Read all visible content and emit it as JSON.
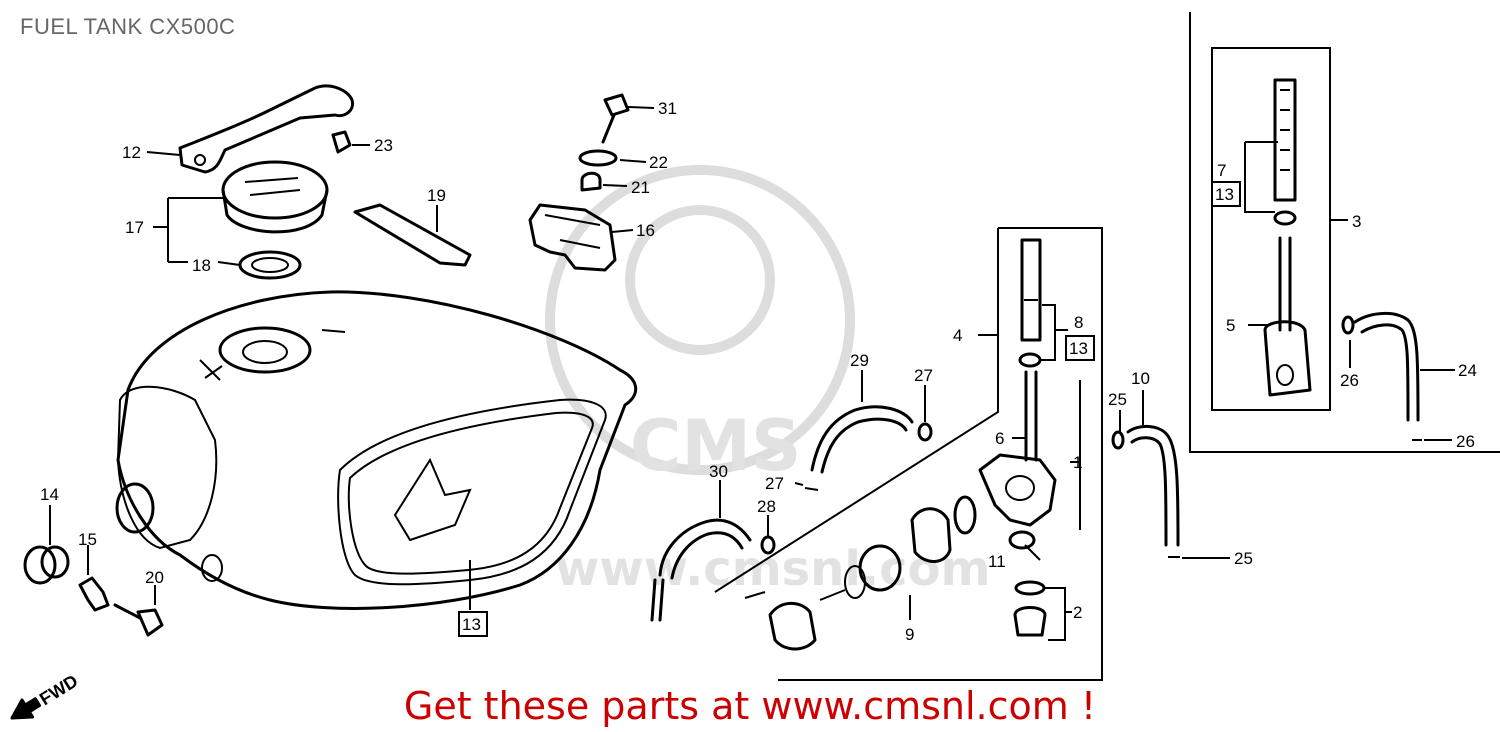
{
  "header": {
    "title": "FUEL TANK CX500C"
  },
  "footer": {
    "cta": "Get these parts at www.cmsnl.com !"
  },
  "watermark": {
    "brand": "CMS",
    "site": "www.cmsnl.com"
  },
  "orientation": {
    "fwd": "FWD"
  },
  "callouts": [
    "1",
    "2",
    "3",
    "4",
    "5",
    "6",
    "7",
    "8",
    "9",
    "10",
    "11",
    "12",
    "13",
    "14",
    "15",
    "16",
    "17",
    "18",
    "19",
    "20",
    "21",
    "22",
    "23",
    "24",
    "25",
    "26",
    "27",
    "28",
    "29",
    "30",
    "31"
  ],
  "boxed_callouts": [
    "13"
  ],
  "colors": {
    "title": "#666666",
    "cta": "#cc0000",
    "line": "#000000",
    "watermark": "#dddddd"
  }
}
